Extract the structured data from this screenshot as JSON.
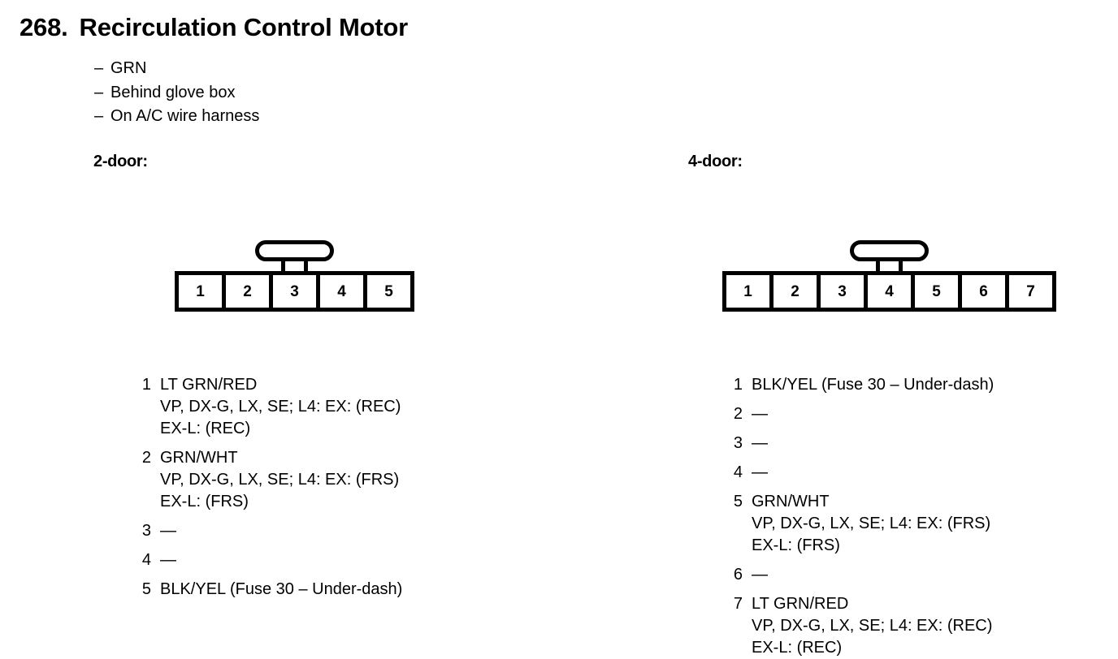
{
  "header": {
    "number": "268.",
    "title": "Recirculation Control Motor",
    "notes": [
      "GRN",
      "Behind glove box",
      "On A/C wire harness"
    ],
    "dash": "–"
  },
  "variants": [
    {
      "label": "2-door:",
      "connector": {
        "pin_count": 5,
        "pin_numbers": [
          "1",
          "2",
          "3",
          "4",
          "5"
        ],
        "latch_over_pin": 3
      },
      "pins": [
        {
          "number": "1",
          "lines": [
            "LT GRN/RED",
            "VP, DX-G, LX, SE; L4: EX: (REC)",
            "EX-L: (REC)"
          ]
        },
        {
          "number": "2",
          "lines": [
            "GRN/WHT",
            "VP, DX-G, LX, SE; L4: EX: (FRS)",
            "EX-L: (FRS)"
          ]
        },
        {
          "number": "3",
          "lines": [
            "—"
          ]
        },
        {
          "number": "4",
          "lines": [
            "—"
          ]
        },
        {
          "number": "5",
          "lines": [
            "BLK/YEL (Fuse 30 – Under-dash)"
          ]
        }
      ]
    },
    {
      "label": "4-door:",
      "connector": {
        "pin_count": 7,
        "pin_numbers": [
          "1",
          "2",
          "3",
          "4",
          "5",
          "6",
          "7"
        ],
        "latch_over_pin": 4
      },
      "pins": [
        {
          "number": "1",
          "lines": [
            "BLK/YEL (Fuse 30 – Under-dash)"
          ]
        },
        {
          "number": "2",
          "lines": [
            "—"
          ]
        },
        {
          "number": "3",
          "lines": [
            "—"
          ]
        },
        {
          "number": "4",
          "lines": [
            "—"
          ]
        },
        {
          "number": "5",
          "lines": [
            "GRN/WHT",
            "VP, DX-G, LX, SE; L4: EX: (FRS)",
            "EX-L: (FRS)"
          ]
        },
        {
          "number": "6",
          "lines": [
            "—"
          ]
        },
        {
          "number": "7",
          "lines": [
            "LT GRN/RED",
            "VP, DX-G, LX, SE; L4: EX: (REC)",
            "EX-L: (REC)"
          ]
        }
      ]
    }
  ],
  "colors": {
    "ink": "#000000",
    "paper": "#ffffff"
  }
}
